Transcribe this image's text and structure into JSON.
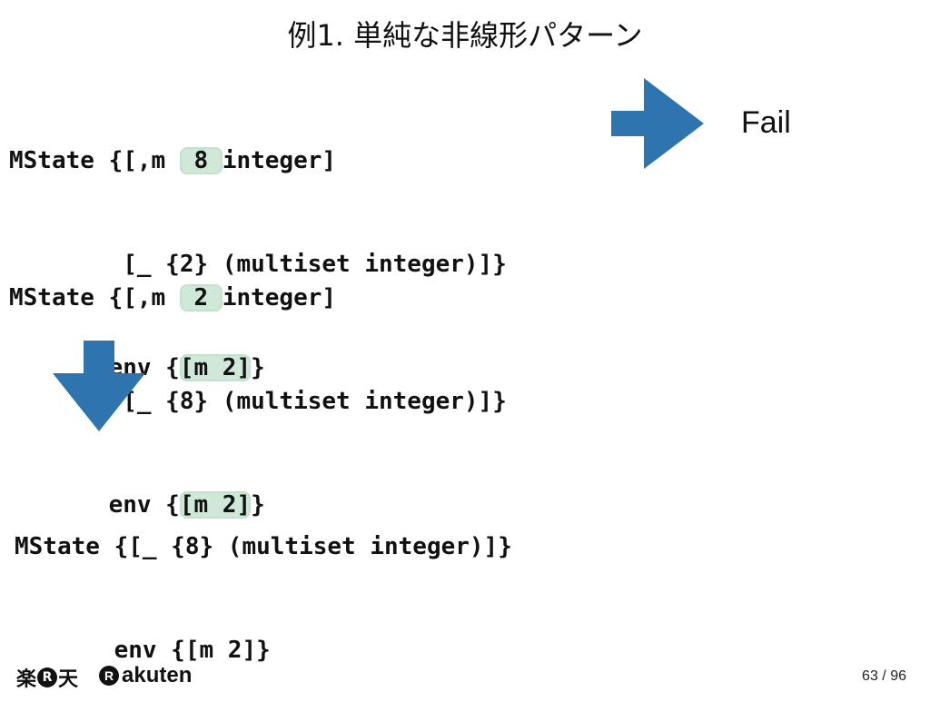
{
  "slide": {
    "title": "例1. 単純な非線形パターン",
    "page_current": "63",
    "page_separator": "/",
    "page_total": "96"
  },
  "block1": {
    "line1_a": "MState {[,m ",
    "line1_hl": " 8 ",
    "line1_b": "integer]",
    "line2": "        [_ {2} (multiset integer)]}",
    "line3_a": "       env {",
    "line3_hl": "[m 2]",
    "line3_b": "}"
  },
  "block2": {
    "line1_a": "MState {[,m ",
    "line1_hl": " 2 ",
    "line1_b": "integer]",
    "line2": "        [_ {8} (multiset integer)]}",
    "line3_a": "       env {",
    "line3_hl": "[m 2]",
    "line3_b": "}"
  },
  "block3": {
    "line1": "MState {[_ {8} (multiset integer)]}",
    "line2": "       env {[m 2]}"
  },
  "result_label": "Fail",
  "footer": {
    "logo_jp_left": "楽",
    "logo_r": "R",
    "logo_jp_right": "天",
    "logo_en": "akuten"
  },
  "colors": {
    "highlight": "#cfe8d8",
    "arrow": "#2e75b0",
    "text": "#111111"
  },
  "icons": {
    "right_arrow": "right-arrow-icon",
    "down_arrow": "down-arrow-icon"
  }
}
